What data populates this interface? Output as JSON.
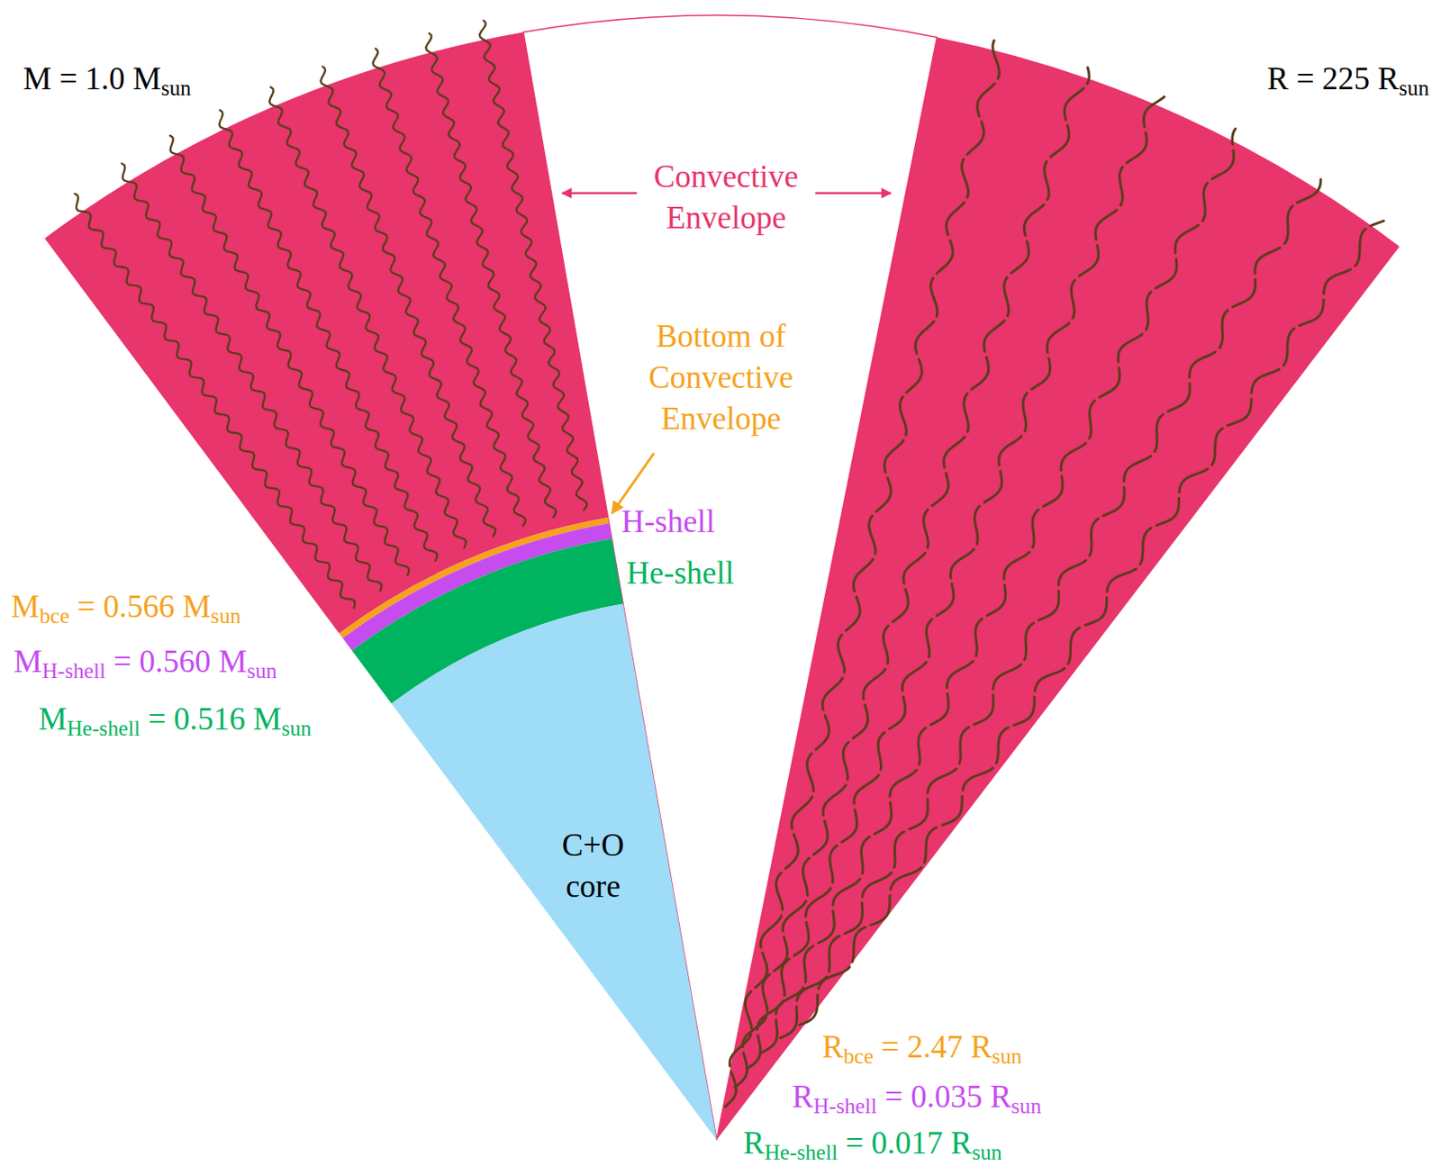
{
  "diagram": {
    "nodes": [
      {
        "text": [
          "C+O core"
        ]
      }
    ],
    "labels": [
      "M = 1.0 Msun",
      "R = 225 Rsun",
      "Convective Envelope",
      "Bottom of Convective Envelope",
      "H-shell",
      "He-shell",
      "Mbce = 0.566 Msun",
      "MH-shell = 0.560 Msun",
      "MHe-shell = 0.516 Msun",
      "Rbce = 2.47 Rsun",
      "RH-shell = 0.035 Rsun",
      "RHe-shell = 0.017 Rsun"
    ]
  }
}
